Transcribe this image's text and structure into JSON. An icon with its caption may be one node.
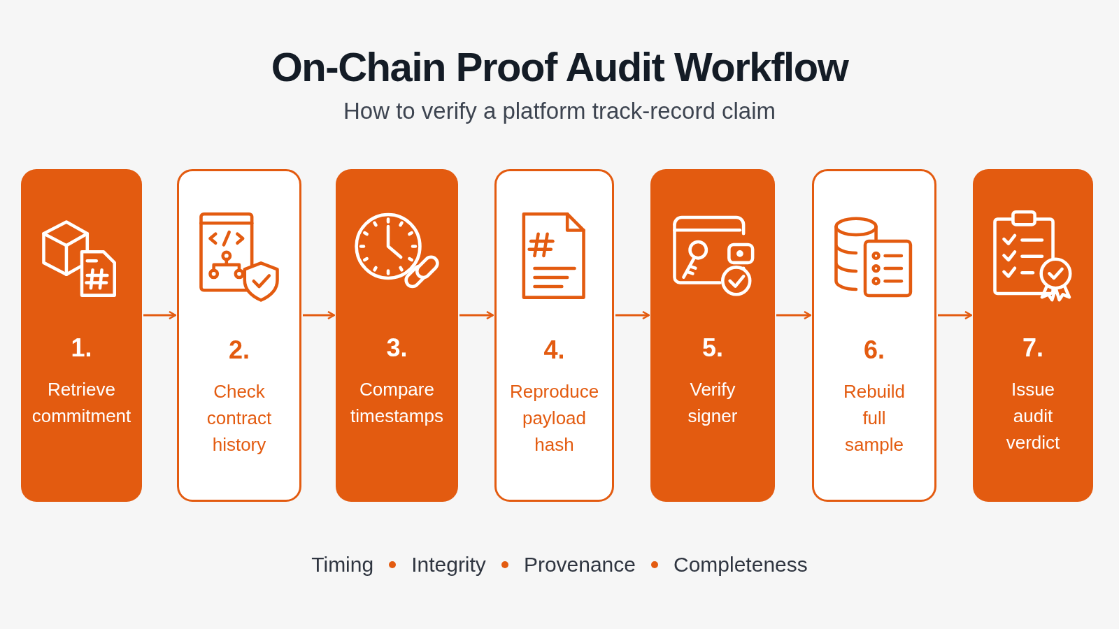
{
  "diagram": {
    "title": "On-Chain Proof Audit Workflow",
    "caption": "How to verify a platform track-record claim",
    "nodes": [
      {
        "text": [
          "1.",
          "Retrieve commitment"
        ]
      },
      {
        "text": [
          "2.",
          "Check contract history"
        ]
      },
      {
        "text": [
          "3.",
          "Compare timestamps"
        ]
      },
      {
        "text": [
          "4.",
          "Reproduce payload hash"
        ]
      },
      {
        "text": [
          "5.",
          "Verify signer"
        ]
      },
      {
        "text": [
          "6.",
          "Rebuild full sample"
        ]
      },
      {
        "text": [
          "7.",
          "Issue audit verdict"
        ]
      }
    ],
    "edges": [
      {
        "from": 0,
        "to": 1,
        "arrow": "to"
      },
      {
        "from": 1,
        "to": 2,
        "arrow": "to"
      },
      {
        "from": 2,
        "to": 3,
        "arrow": "to"
      },
      {
        "from": 3,
        "to": 4,
        "arrow": "to"
      },
      {
        "from": 4,
        "to": 5,
        "arrow": "to"
      },
      {
        "from": 5,
        "to": 6,
        "arrow": "to"
      }
    ],
    "labels": [
      "Timing",
      "Integrity",
      "Provenance",
      "Completeness"
    ]
  }
}
